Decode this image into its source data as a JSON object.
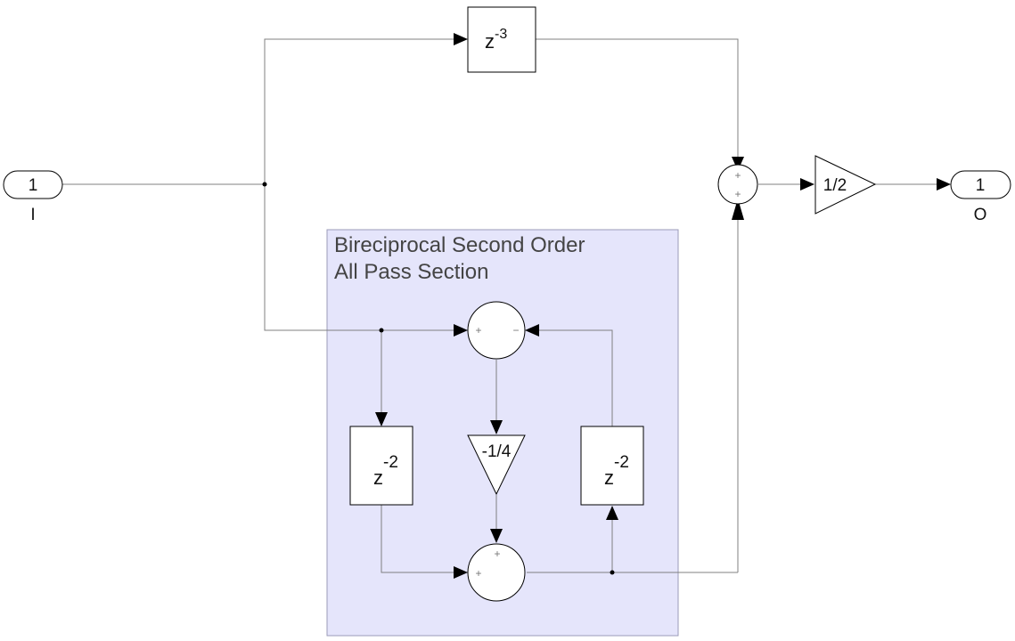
{
  "diagram": {
    "area": {
      "title_line1": "Bireciprocal Second Order",
      "title_line2": "All Pass Section"
    },
    "inport": {
      "number": "1",
      "label": "I"
    },
    "outport": {
      "number": "1",
      "label": "O"
    },
    "delay_top": {
      "base": "z",
      "exponent": "-3"
    },
    "delay_left": {
      "base": "z",
      "exponent": "-2"
    },
    "delay_right": {
      "base": "z",
      "exponent": "-2"
    },
    "gain_out": {
      "value": "1/2"
    },
    "gain_inner": {
      "value": "-1/4"
    },
    "sum_out": {
      "sign_top": "+",
      "sign_bottom": "+"
    },
    "sum_top": {
      "sign_left": "+",
      "sign_right": "−"
    },
    "sum_bottom": {
      "sign_top": "+",
      "sign_left": "+"
    }
  },
  "colors": {
    "area_fill": "#e5e5fb",
    "area_border": "#9b9bb8",
    "line": "#808080",
    "arrow": "#000000"
  }
}
